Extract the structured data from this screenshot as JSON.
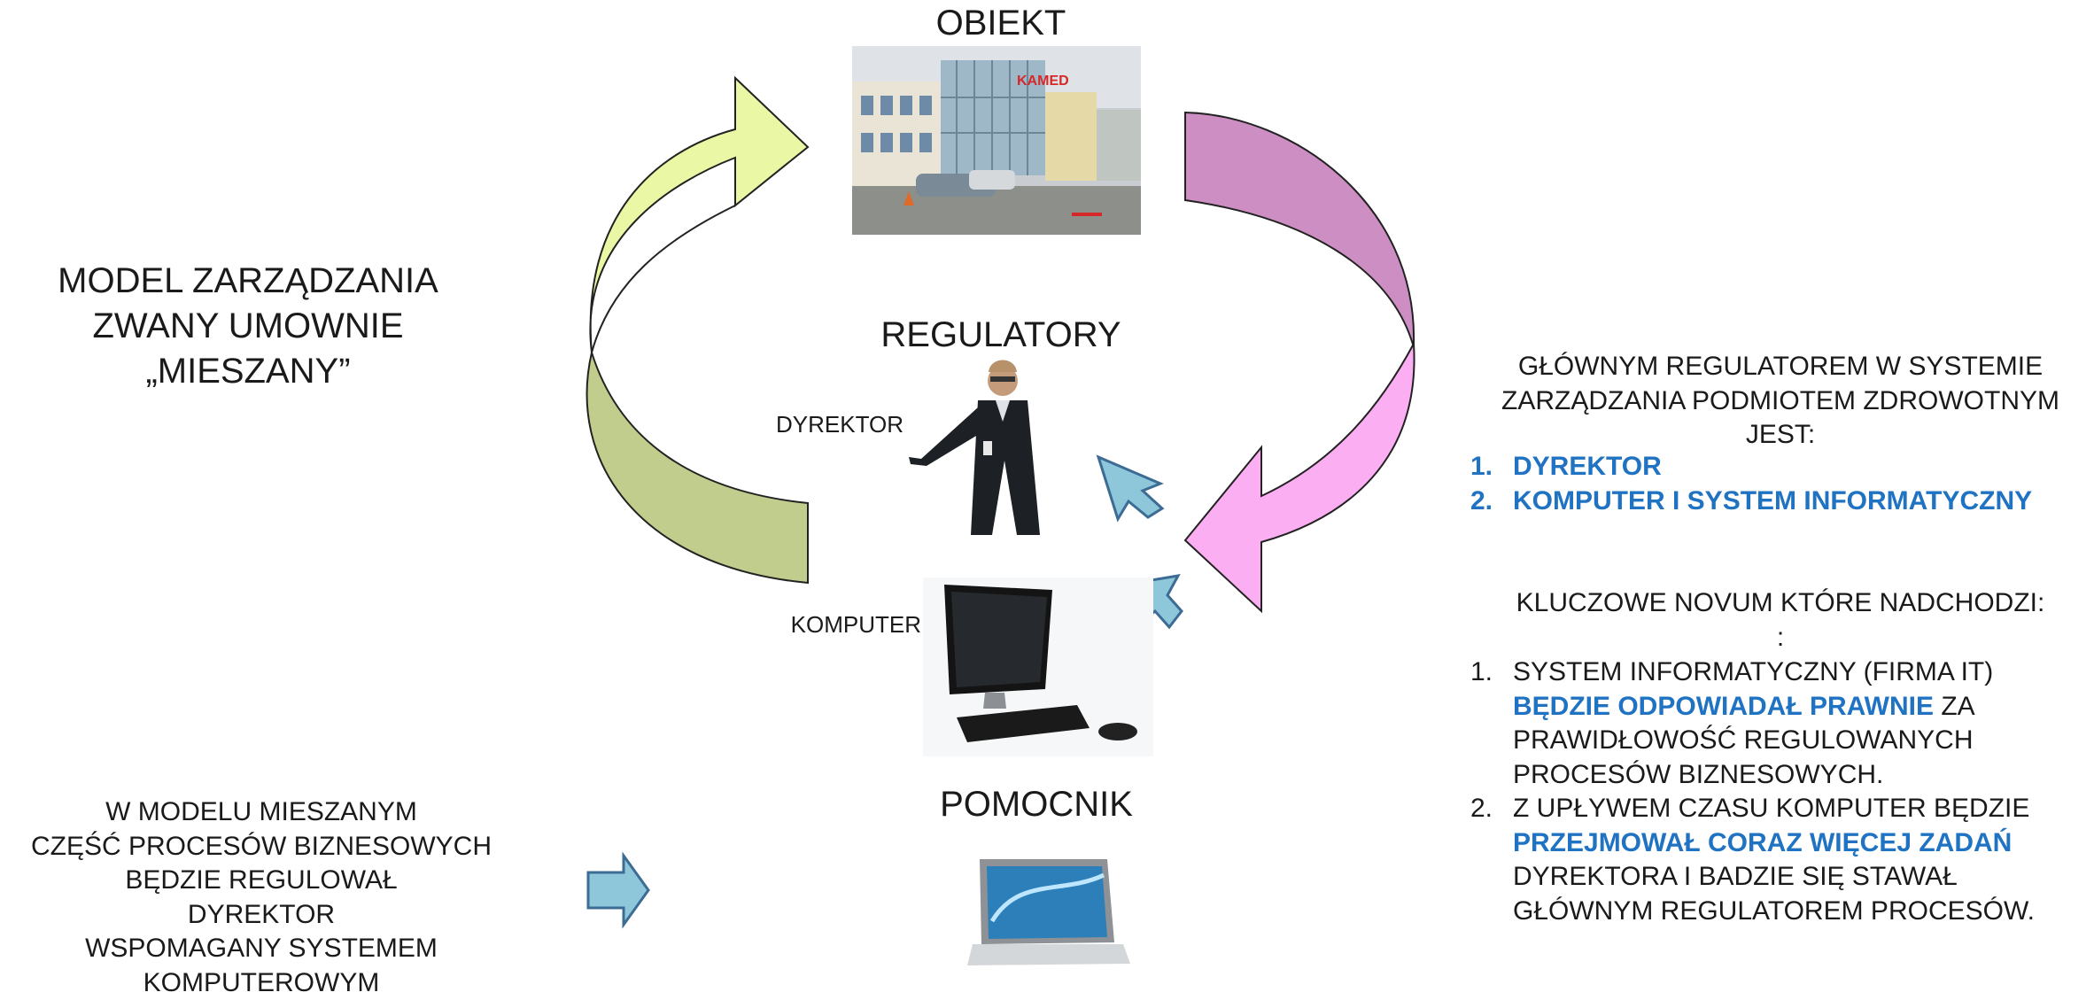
{
  "title": {
    "line1": "MODEL ZARZĄDZANIA",
    "line2": "ZWANY UMOWNIE",
    "line3": "„MIESZANY”"
  },
  "nodes": {
    "obiekt": "OBIEKT",
    "obiekt_sign": "KAMED",
    "regulatory": "REGULATORY",
    "dyrektor": "DYREKTOR",
    "komputer": "KOMPUTER",
    "pomocnik": "POMOCNIK"
  },
  "bottom_left": {
    "lines": [
      "W MODELU MIESZANYM",
      "CZĘŚĆ PROCESÓW BIZNESOWYCH",
      "BĘDZIE REGULOWAŁ",
      "DYREKTOR",
      "WSPOMAGANY SYSTEMEM",
      "KOMPUTEROWYM"
    ]
  },
  "right": {
    "heading_lines": [
      "GŁÓWNYM REGULATOREM W SYSTEMIE",
      "ZARZĄDZANIA PODMIOTEM ZDROWOTNYM",
      "JEST:"
    ],
    "regulators": [
      {
        "num": "1.",
        "text": "DYREKTOR"
      },
      {
        "num": "2.",
        "text": "KOMPUTER I SYSTEM INFORMATYCZNY"
      }
    ],
    "heading2": "KLUCZOWE NOVUM KTÓRE NADCHODZI:",
    "heading2_colon": ":",
    "novum": [
      {
        "num": "1.",
        "a": "SYSTEM INFORMATYCZNY (FIRMA IT)",
        "b_blue": "BĘDZIE ODPOWIADAŁ PRAWNIE",
        "c": " ZA PRAWIDŁOWOŚĆ REGULOWANYCH PROCESÓW BIZNESOWYCH."
      },
      {
        "num": "2.",
        "a": "Z UPŁYWEM CZASU KOMPUTER BĘDZIE",
        "b_blue": "PRZEJMOWAŁ CORAZ WIĘCEJ ZADAŃ",
        "c": " DYREKTORA I BADZIE SIĘ STAWAŁ GŁÓWNYM REGULATOREM PROCESÓW."
      }
    ]
  },
  "colors": {
    "arrow_left_top": "#eaf7a4",
    "arrow_left_bottom": "#c1cd8c",
    "arrow_right_top": "#cd8fc3",
    "arrow_right_bottom": "#fbaef1",
    "small_arrow": "#8ec6da",
    "small_arrow_stroke": "#3c6c94",
    "blue_text": "#1f73c2"
  }
}
